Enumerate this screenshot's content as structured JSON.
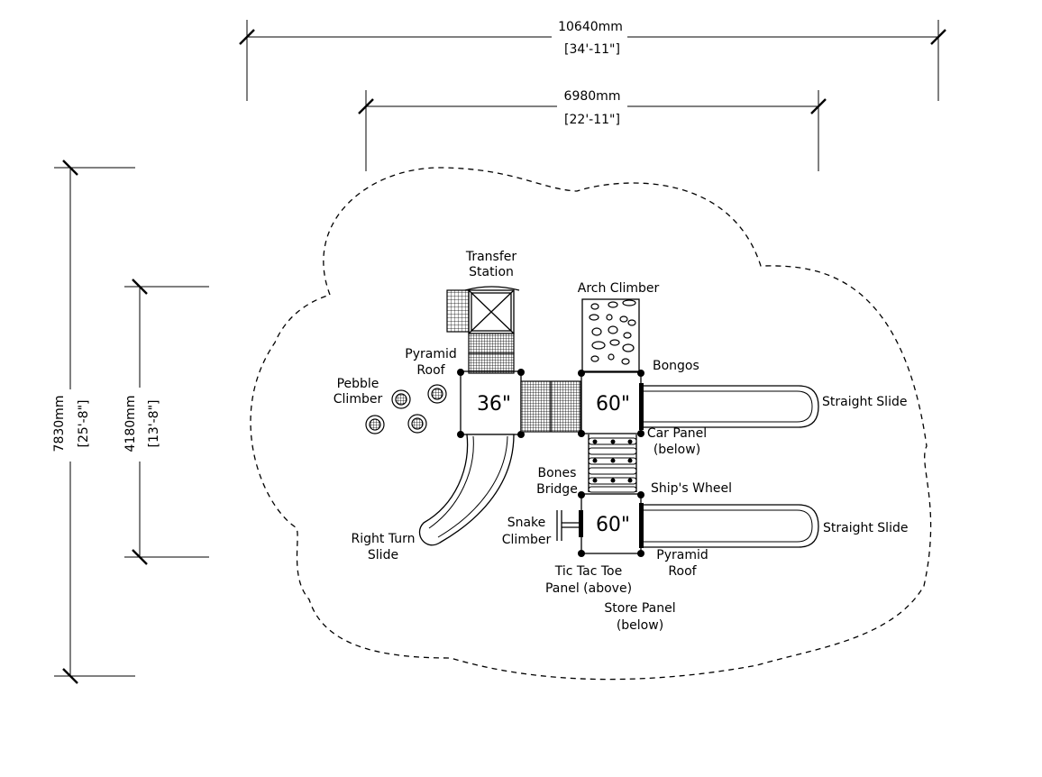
{
  "dimensions": {
    "overall_width": "10640mm",
    "overall_width_imperial": "[34'-11\"]",
    "inner_width": "6980mm",
    "inner_width_imperial": "[22'-11\"]",
    "overall_depth": "7830mm",
    "overall_depth_imperial": "[25'-8\"]",
    "inner_depth": "4180mm",
    "inner_depth_imperial": "[13'-8\"]"
  },
  "decks": {
    "deck_left": "36\"",
    "deck_top_right": "60\"",
    "deck_bottom_right": "60\""
  },
  "labels": {
    "transfer_station": [
      "Transfer",
      "Station"
    ],
    "arch_climber": "Arch Climber",
    "pyramid_roof_top": [
      "Pyramid",
      "Roof"
    ],
    "pebble_climber": [
      "Pebble",
      "Climber"
    ],
    "bongos": "Bongos",
    "straight_slide_top": "Straight Slide",
    "car_panel": [
      "Car Panel",
      "(below)"
    ],
    "bones_bridge": [
      "Bones",
      "Bridge"
    ],
    "ships_wheel": "Ship's Wheel",
    "snake_climber": [
      "Snake",
      "Climber"
    ],
    "straight_slide_bottom": "Straight Slide",
    "right_turn_slide": [
      "Right Turn",
      "Slide"
    ],
    "pyramid_roof_bottom": [
      "Pyramid",
      "Roof"
    ],
    "tic_tac_toe": [
      "Tic Tac Toe",
      "Panel (above)"
    ],
    "store_panel": [
      "Store Panel",
      "(below)"
    ]
  }
}
